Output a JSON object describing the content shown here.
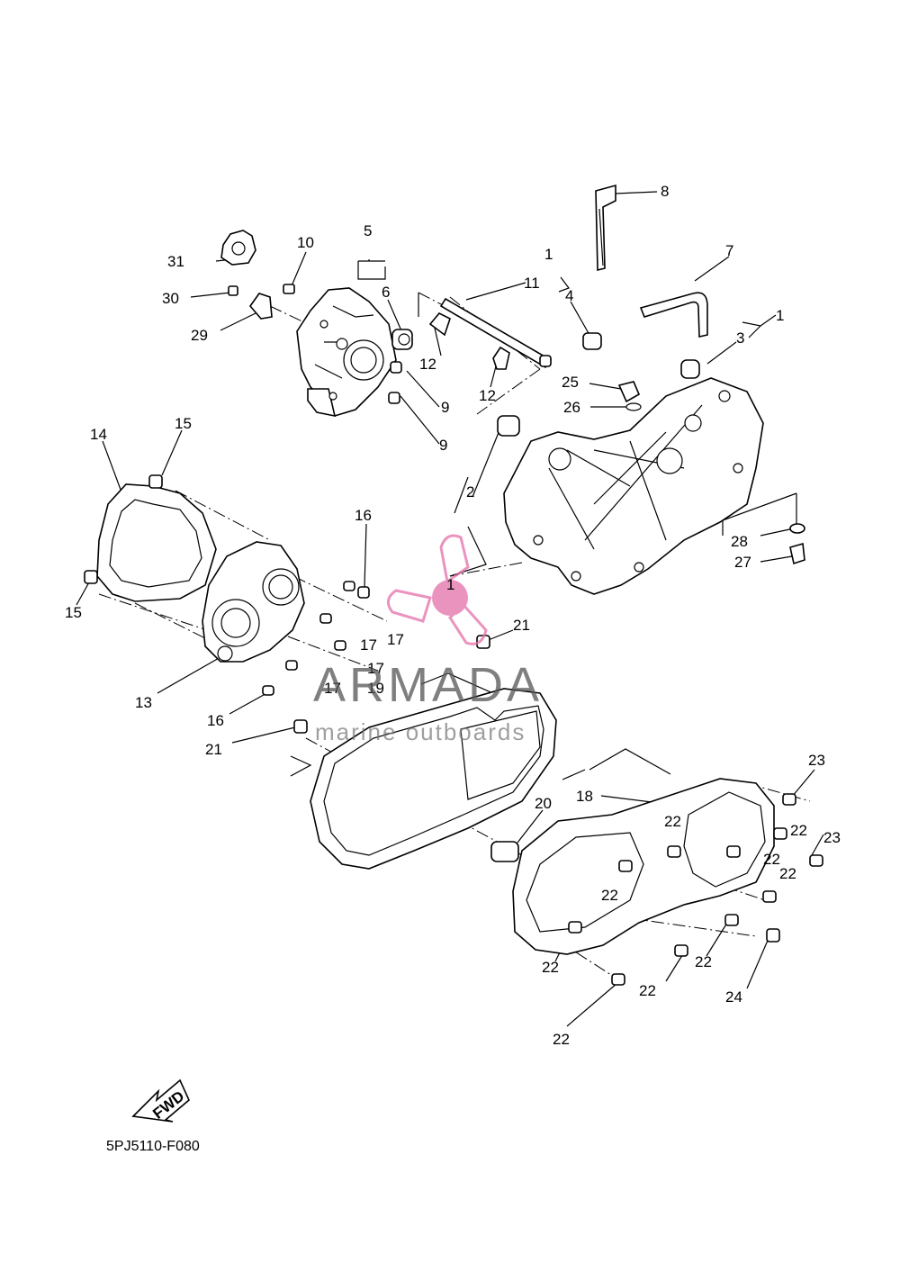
{
  "diagram": {
    "part_code": "5PJ5110-F080",
    "fwd_label": "FWD",
    "watermark": {
      "name": "ARMADA",
      "tagline": "marine outboards",
      "accent": "#e46fa9"
    },
    "callouts": [
      {
        "id": "c1a",
        "text": "1"
      },
      {
        "id": "c1b",
        "text": "1"
      },
      {
        "id": "c1c",
        "text": "1"
      },
      {
        "id": "c2",
        "text": "2"
      },
      {
        "id": "c3",
        "text": "3"
      },
      {
        "id": "c4",
        "text": "4"
      },
      {
        "id": "c5",
        "text": "5"
      },
      {
        "id": "c6",
        "text": "6"
      },
      {
        "id": "c7",
        "text": "7"
      },
      {
        "id": "c8",
        "text": "8"
      },
      {
        "id": "c9a",
        "text": "9"
      },
      {
        "id": "c9b",
        "text": "9"
      },
      {
        "id": "c10",
        "text": "10"
      },
      {
        "id": "c11",
        "text": "11"
      },
      {
        "id": "c12a",
        "text": "12"
      },
      {
        "id": "c12b",
        "text": "12"
      },
      {
        "id": "c13",
        "text": "13"
      },
      {
        "id": "c14",
        "text": "14"
      },
      {
        "id": "c15a",
        "text": "15"
      },
      {
        "id": "c15b",
        "text": "15"
      },
      {
        "id": "c16a",
        "text": "16"
      },
      {
        "id": "c16b",
        "text": "16"
      },
      {
        "id": "c17a",
        "text": "17"
      },
      {
        "id": "c17b",
        "text": "17"
      },
      {
        "id": "c17c",
        "text": "17"
      },
      {
        "id": "c17d",
        "text": "17"
      },
      {
        "id": "c18",
        "text": "18"
      },
      {
        "id": "c19",
        "text": "19"
      },
      {
        "id": "c20",
        "text": "20"
      },
      {
        "id": "c21a",
        "text": "21"
      },
      {
        "id": "c21b",
        "text": "21"
      },
      {
        "id": "c22a",
        "text": "22"
      },
      {
        "id": "c22b",
        "text": "22"
      },
      {
        "id": "c22c",
        "text": "22"
      },
      {
        "id": "c22d",
        "text": "22"
      },
      {
        "id": "c22e",
        "text": "22"
      },
      {
        "id": "c22f",
        "text": "22"
      },
      {
        "id": "c22g",
        "text": "22"
      },
      {
        "id": "c22h",
        "text": "22"
      },
      {
        "id": "c22i",
        "text": "22"
      },
      {
        "id": "c23a",
        "text": "23"
      },
      {
        "id": "c23b",
        "text": "23"
      },
      {
        "id": "c24",
        "text": "24"
      },
      {
        "id": "c25",
        "text": "25"
      },
      {
        "id": "c26",
        "text": "26"
      },
      {
        "id": "c27",
        "text": "27"
      },
      {
        "id": "c28",
        "text": "28"
      },
      {
        "id": "c29",
        "text": "29"
      },
      {
        "id": "c30",
        "text": "30"
      },
      {
        "id": "c31",
        "text": "31"
      }
    ]
  }
}
